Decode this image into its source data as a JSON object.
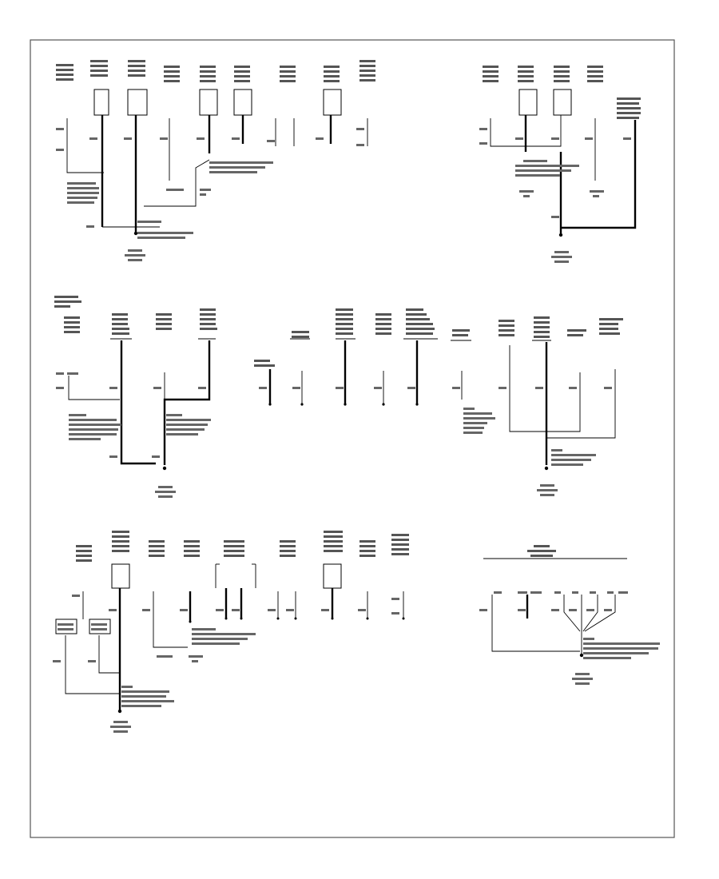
{
  "page": {
    "code": ""
  },
  "diagram": {
    "sections": [
      {
        "id": "upper-left",
        "component_label_count": 10,
        "ground_count": 1
      },
      {
        "id": "upper-right",
        "component_label_count": 5,
        "ground_count": 1
      },
      {
        "id": "middle-left",
        "component_label_count": 5,
        "ground_count": 1
      },
      {
        "id": "middle-center",
        "component_label_count": 6,
        "ground_count": 0
      },
      {
        "id": "middle-right",
        "component_label_count": 5,
        "ground_count": 1
      },
      {
        "id": "lower-left",
        "component_label_count": 9,
        "ground_count": 1
      },
      {
        "id": "lower-right",
        "component_label_count": 1,
        "ground_count": 1
      }
    ]
  }
}
